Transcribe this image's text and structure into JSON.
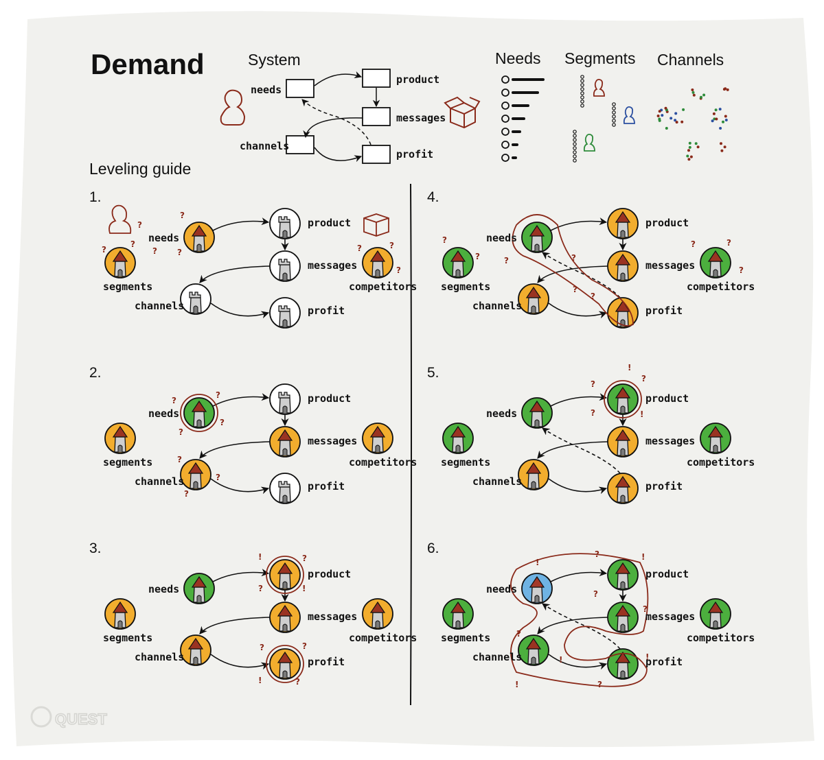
{
  "colors": {
    "paper": "#f1f1ee",
    "ink": "#111111",
    "accent": "#8a2a1a",
    "orange": "#f2ad2e",
    "green": "#4caf3e",
    "blue": "#6fb3e3",
    "white": "#ffffff",
    "segment_blue": "#2b4fa0",
    "segment_green": "#2e8b3a"
  },
  "header": {
    "title": "Demand",
    "system": "System",
    "needs": "Needs",
    "segments": "Segments",
    "channels": "Channels"
  },
  "system_diagram": {
    "needs": "needs",
    "product": "product",
    "messages": "messages",
    "channels": "channels",
    "profit": "profit"
  },
  "leveling_guide": "Leveling guide",
  "node_labels": {
    "needs": "needs",
    "product": "product",
    "messages": "messages",
    "channels": "channels",
    "profit": "profit",
    "segments": "segments",
    "competitors": "competitors"
  },
  "levels": [
    {
      "number": "1.",
      "states": {
        "needs": "orange",
        "product": "white",
        "messages": "white",
        "channels": "white",
        "profit": "white",
        "segments": "orange",
        "competitors": "orange"
      },
      "feedback": false,
      "highlight": []
    },
    {
      "number": "2.",
      "states": {
        "needs": "green",
        "product": "white",
        "messages": "orange",
        "channels": "orange",
        "profit": "white",
        "segments": "orange",
        "competitors": "orange"
      },
      "feedback": false,
      "highlight": [
        "needs"
      ]
    },
    {
      "number": "3.",
      "states": {
        "needs": "green",
        "product": "orange",
        "messages": "orange",
        "channels": "orange",
        "profit": "orange",
        "segments": "orange",
        "competitors": "orange"
      },
      "feedback": false,
      "highlight": [
        "product",
        "profit"
      ]
    },
    {
      "number": "4.",
      "states": {
        "needs": "green",
        "product": "orange",
        "messages": "orange",
        "channels": "orange",
        "profit": "orange",
        "segments": "green",
        "competitors": "green"
      },
      "feedback": true,
      "highlight": []
    },
    {
      "number": "5.",
      "states": {
        "needs": "green",
        "product": "green",
        "messages": "orange",
        "channels": "orange",
        "profit": "orange",
        "segments": "green",
        "competitors": "green"
      },
      "feedback": true,
      "highlight": [
        "product"
      ]
    },
    {
      "number": "6.",
      "states": {
        "needs": "blue",
        "product": "green",
        "messages": "green",
        "channels": "green",
        "profit": "green",
        "segments": "green",
        "competitors": "green"
      },
      "feedback": true,
      "highlight": []
    }
  ],
  "logo": "QUEST"
}
